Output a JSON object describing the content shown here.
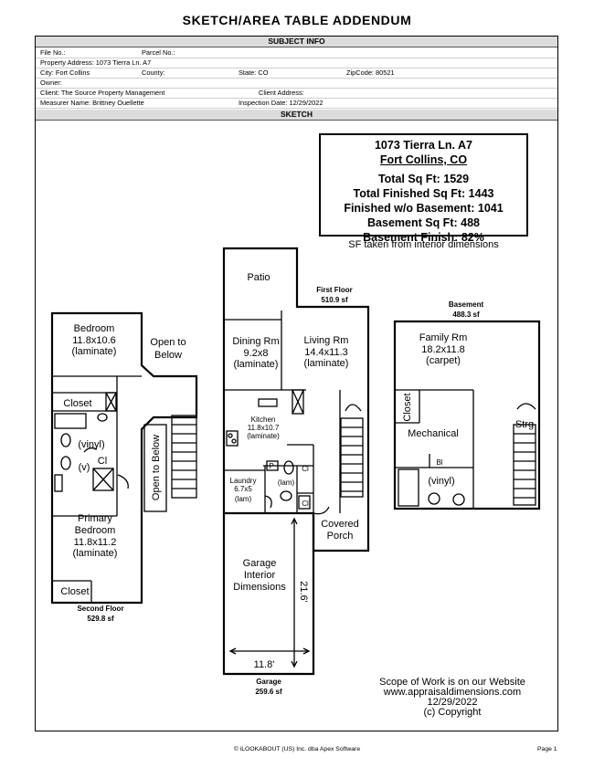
{
  "title": "SKETCH/AREA TABLE ADDENDUM",
  "sections": {
    "subject_info": "SUBJECT INFO",
    "sketch": "SKETCH"
  },
  "subject": {
    "file_no": "File No.:",
    "parcel_no": "Parcel No.:",
    "property_address": "Property Address: 1073 Tierra Ln. A7",
    "city": "City: Fort Collins",
    "county": "County:",
    "state": "State: CO",
    "zip": "ZipCode: 80521",
    "owner": "Owner:",
    "client": "Client: The Source Property Management",
    "client_address": "Client Address:",
    "measurer": "Measurer Name: Brittney Ouellette",
    "inspection_date": "Inspection Date: 12/29/2022"
  },
  "summary": {
    "address": "1073 Tierra Ln. A7",
    "city": "Fort Collins, CO",
    "total": "Total Sq Ft:  1529",
    "finished": "Total Finished Sq Ft:  1443",
    "wo_basement": "Finished w/o Basement:  1041",
    "basement_sqft": "Basement Sq Ft:  488",
    "basement_finish": "Basement Finish:  82%",
    "note": "SF taken from interior dimensions"
  },
  "floors": {
    "first": {
      "name": "First Floor",
      "area": "510.9 sf"
    },
    "second": {
      "name": "Second Floor",
      "area": "529.8 sf"
    },
    "basement": {
      "name": "Basement",
      "area": "488.3 sf"
    },
    "garage": {
      "name": "Garage",
      "area": "259.6 sf"
    }
  },
  "rooms": {
    "patio": "Patio",
    "dining": [
      "Dining Rm",
      "9.2x8",
      "(laminate)"
    ],
    "living": [
      "Living Rm",
      "14.4x11.3",
      "(laminate)"
    ],
    "kitchen": [
      "Kitchen",
      "11.8x10.7",
      "(laminate)"
    ],
    "laundry": [
      "Laundry",
      "6.7x5",
      "(lam)"
    ],
    "half_bath": "(lam)",
    "covered_porch": [
      "Covered",
      "Porch"
    ],
    "garage": [
      "Garage",
      "Interior",
      "Dimensions"
    ],
    "garage_len": "21.6'",
    "garage_wid": "11.8'",
    "bedroom": [
      "Bedroom",
      "11.8x10.6",
      "(laminate)"
    ],
    "open_below": [
      "Open to",
      "Below"
    ],
    "open_below_vertical": "Open to Below",
    "closet": "Closet",
    "vinyl": "(vinyl)",
    "v": "(v)",
    "cl": "Cl",
    "p": "P",
    "primary": [
      "Primary",
      "Bedroom",
      "11.8x11.2",
      "(laminate)"
    ],
    "family": [
      "Family Rm",
      "18.2x11.8",
      "(carpet)"
    ],
    "mechanical": "Mechanical",
    "strg": "Strg",
    "bi": "Bl"
  },
  "scope": [
    "Scope of Work is on our Website",
    "www.appraisaldimensions.com",
    "12/29/2022",
    "(c) Copyright"
  ],
  "footer": {
    "company": "© iLOOKABOUT (US) Inc. dba Apex Software",
    "page": "Page 1"
  }
}
